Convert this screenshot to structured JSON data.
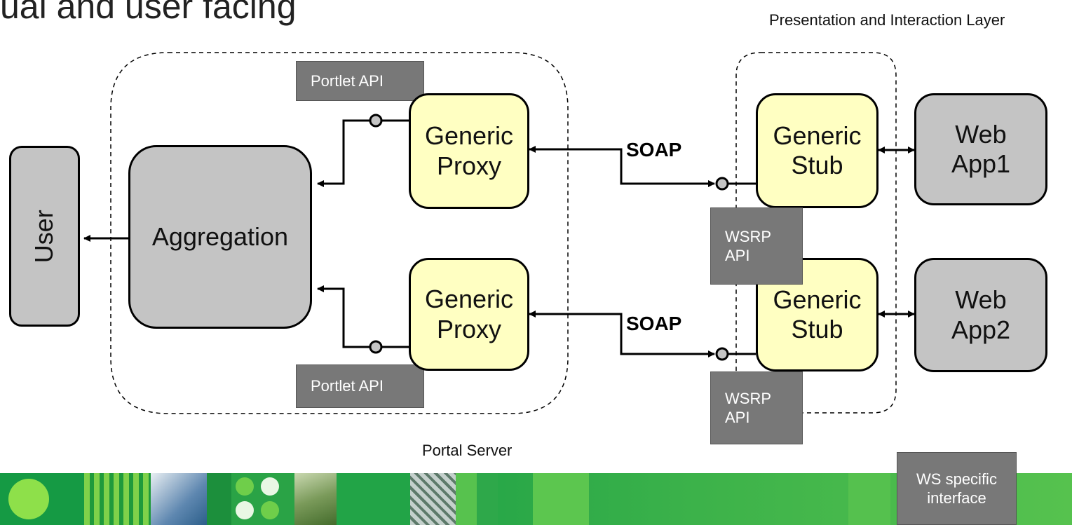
{
  "page": {
    "title": "ual and user facing"
  },
  "labels": {
    "presentation_layer": "Presentation and Interaction Layer",
    "portal_server": "Portal Server"
  },
  "nodes": {
    "user": "User",
    "aggregation": "Aggregation",
    "proxy_top": "Generic\nProxy",
    "proxy_bottom": "Generic\nProxy",
    "stub_top": "Generic\nStub",
    "stub_bottom": "Generic\nStub",
    "webapp1": "Web\nApp1",
    "webapp2": "Web\nApp2"
  },
  "apis": {
    "portlet_top": "Portlet API",
    "portlet_bottom": "Portlet API",
    "wsrp_top": "WSRP\nAPI",
    "wsrp_bottom": "WSRP\nAPI",
    "ws_specific": "WS specific\ninterface"
  },
  "connections": {
    "soap_top": "SOAP",
    "soap_bottom": "SOAP"
  },
  "colors": {
    "yellow_box": "#ffffc2",
    "grey_box": "#c4c4c4",
    "api_box": "#787878",
    "footer_green": "#3cb24a"
  }
}
